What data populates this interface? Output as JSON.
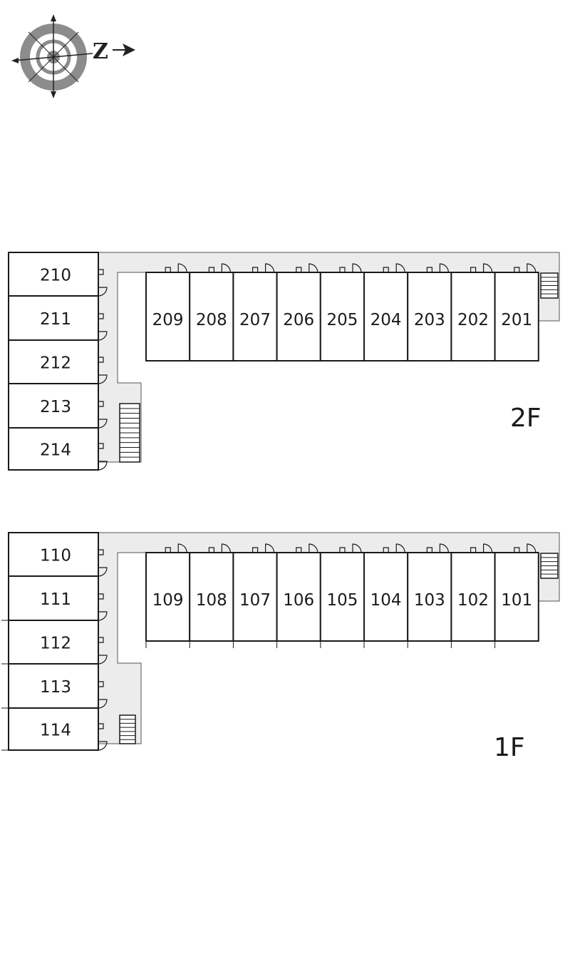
{
  "compass": {
    "north_label": "Z",
    "icon": "compass-rose-icon"
  },
  "floors": [
    {
      "id": "2f",
      "label": "2F",
      "row_units": [
        "209",
        "208",
        "207",
        "206",
        "205",
        "204",
        "203",
        "202",
        "201"
      ],
      "column_units": [
        "210",
        "211",
        "212",
        "213",
        "214"
      ]
    },
    {
      "id": "1f",
      "label": "1F",
      "row_units": [
        "109",
        "108",
        "107",
        "106",
        "105",
        "104",
        "103",
        "102",
        "101"
      ],
      "column_units": [
        "110",
        "111",
        "112",
        "113",
        "114"
      ]
    }
  ],
  "colors": {
    "corridor": "#ececec",
    "wall": "#1a1a1a",
    "line": "#555555",
    "compass_ring": "#8c8c8c"
  }
}
